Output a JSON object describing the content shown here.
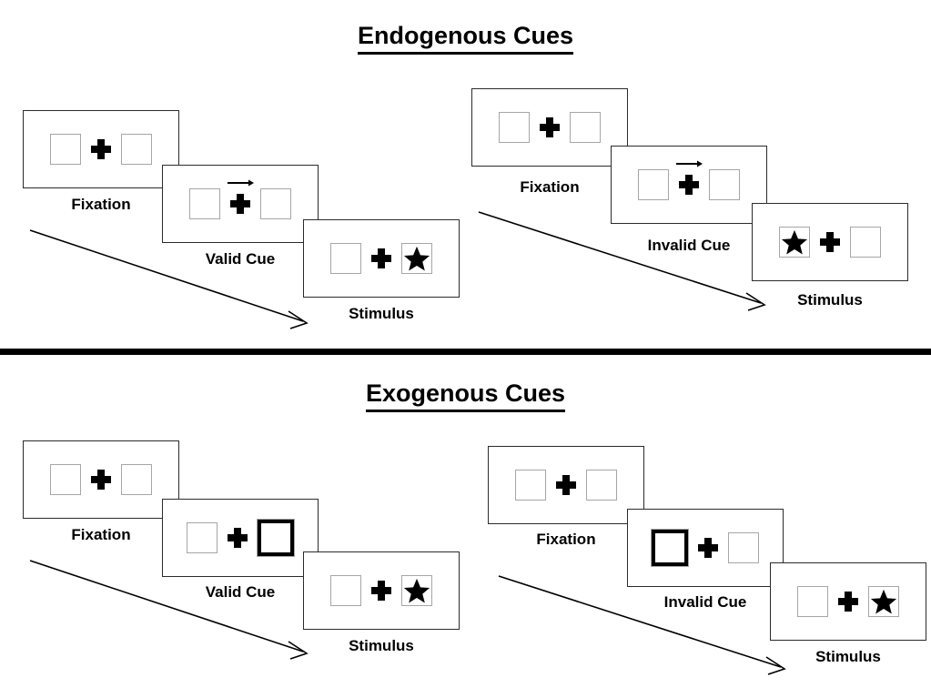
{
  "figure": {
    "title_top": "Endogenous Cues",
    "title_bottom": "Exogenous Cues",
    "divider_color": "#000000"
  },
  "colors": {
    "panel_border": "#2b2b2b",
    "box_border": "#a6a6a6",
    "cued_box_border": "#000000",
    "ink": "#000000",
    "background": "#ffffff"
  },
  "captions": {
    "fixation": "Fixation",
    "valid_cue": "Valid Cue",
    "invalid_cue": "Invalid Cue",
    "stimulus": "Stimulus"
  },
  "icons": {
    "fixation_cross": "plus-icon",
    "arrow_cue_right": "arrow-right-icon",
    "target": "star-icon",
    "time_arrow": "diagonal-arrow-icon"
  },
  "sequences": [
    {
      "id": "endogenous-valid",
      "section": "Endogenous Cues",
      "cue_type": "endogenous",
      "validity": "valid",
      "frames": [
        {
          "caption": "Fixation",
          "cue": "none",
          "target_side": "none"
        },
        {
          "caption": "Valid Cue",
          "cue": "arrow-right",
          "target_side": "none"
        },
        {
          "caption": "Stimulus",
          "cue": "none",
          "target_side": "right"
        }
      ]
    },
    {
      "id": "endogenous-invalid",
      "section": "Endogenous Cues",
      "cue_type": "endogenous",
      "validity": "invalid",
      "frames": [
        {
          "caption": "Fixation",
          "cue": "none",
          "target_side": "none"
        },
        {
          "caption": "Invalid Cue",
          "cue": "arrow-right",
          "target_side": "none"
        },
        {
          "caption": "Stimulus",
          "cue": "none",
          "target_side": "left"
        }
      ]
    },
    {
      "id": "exogenous-valid",
      "section": "Exogenous Cues",
      "cue_type": "exogenous",
      "validity": "valid",
      "frames": [
        {
          "caption": "Fixation",
          "cue": "none",
          "target_side": "none"
        },
        {
          "caption": "Valid Cue",
          "cue": "box-highlight-right",
          "target_side": "none"
        },
        {
          "caption": "Stimulus",
          "cue": "none",
          "target_side": "right"
        }
      ]
    },
    {
      "id": "exogenous-invalid",
      "section": "Exogenous Cues",
      "cue_type": "exogenous",
      "validity": "invalid",
      "frames": [
        {
          "caption": "Fixation",
          "cue": "none",
          "target_side": "none"
        },
        {
          "caption": "Invalid Cue",
          "cue": "box-highlight-left",
          "target_side": "none"
        },
        {
          "caption": "Stimulus",
          "cue": "none",
          "target_side": "right"
        }
      ]
    }
  ]
}
